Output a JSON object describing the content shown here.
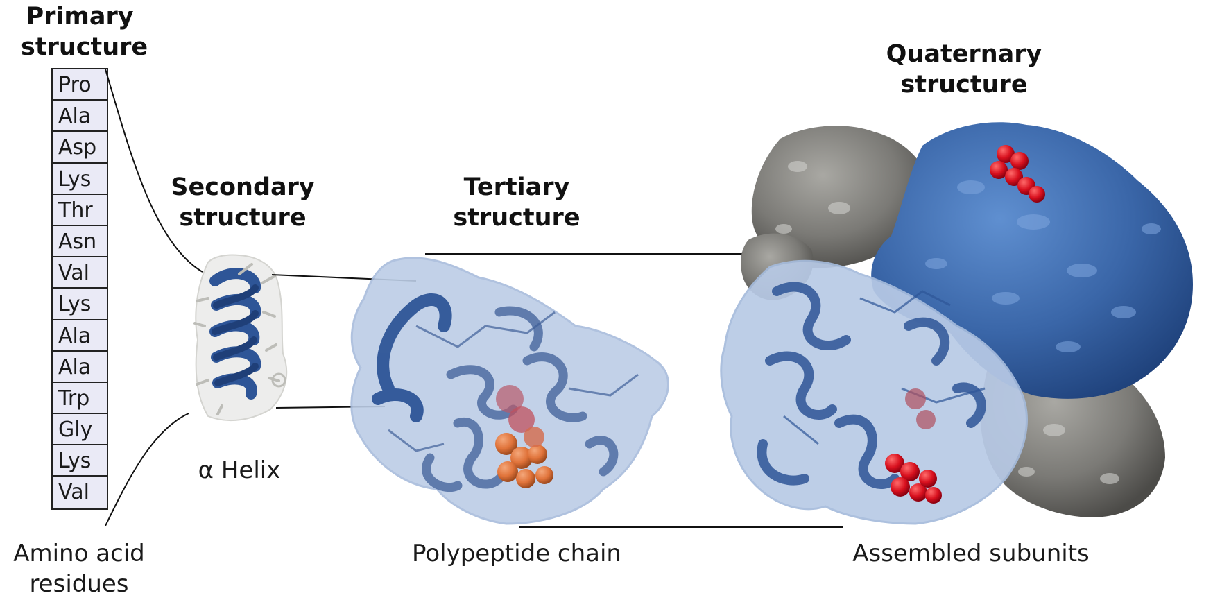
{
  "titles": {
    "primary": [
      "Primary",
      "structure"
    ],
    "secondary": [
      "Secondary",
      "structure"
    ],
    "tertiary": [
      "Tertiary",
      "structure"
    ],
    "quaternary": [
      "Quaternary",
      "structure"
    ]
  },
  "residues": [
    "Pro",
    "Ala",
    "Asp",
    "Lys",
    "Thr",
    "Asn",
    "Val",
    "Lys",
    "Ala",
    "Ala",
    "Trp",
    "Gly",
    "Lys",
    "Val"
  ],
  "captions": {
    "primary": [
      "Amino acid",
      "residues"
    ],
    "secondary": "α Helix",
    "tertiary": "Polypeptide chain",
    "quaternary": "Assembled subunits"
  },
  "colors": {
    "helix_blue": "#2e5597",
    "surface_blue": "#3a66a8",
    "surface_gray": "#7b7a76",
    "ligand_red": "#d8101e",
    "ligand_orange": "#e0733a",
    "residue_fill": "#eaeaf6"
  }
}
